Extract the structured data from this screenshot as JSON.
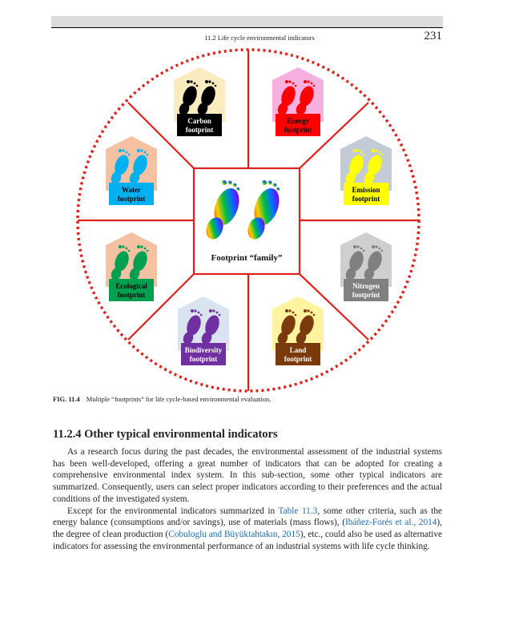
{
  "header": {
    "running_title": "11.2 Life cycle environmental indicators",
    "page_number": "231"
  },
  "figure": {
    "center_label": "Footprint “family”",
    "items": [
      {
        "label1": "Carbon",
        "label2": "footprint",
        "bg": "#fbecc0",
        "color": "#000000",
        "text": "#ffffff"
      },
      {
        "label1": "Energy",
        "label2": "footprint",
        "bg": "#f7b0e0",
        "color": "#ff0000",
        "text": "#000000"
      },
      {
        "label1": "Emission",
        "label2": "footprint",
        "bg": "#c3cbd6",
        "color": "#ffff00",
        "text": "#000000"
      },
      {
        "label1": "Nitrogen",
        "label2": "footprint",
        "bg": "#cfcfcf",
        "color": "#808080",
        "text": "#ffffff"
      },
      {
        "label1": "Land",
        "label2": "footprint",
        "bg": "#fff3a0",
        "color": "#7a3a0c",
        "text": "#ffffff"
      },
      {
        "label1": "Biodiversity",
        "label2": "footprint",
        "bg": "#dae4f0",
        "color": "#7030a0",
        "text": "#ffffff"
      },
      {
        "label1": "Ecological",
        "label2": "footprint",
        "bg": "#f4c2a2",
        "color": "#00a050",
        "text": "#000000"
      },
      {
        "label1": "Water",
        "label2": "footprint",
        "bg": "#f4c2a2",
        "color": "#00b0f0",
        "text": "#000000"
      }
    ],
    "caption_number": "FIG. 11.4",
    "caption_text": "Multiple “footprints” for life cycle-based environmental evaluation."
  },
  "section": {
    "heading": "11.2.4 Other typical environmental indicators"
  },
  "paragraphs": {
    "p1": "As a research focus during the past decades, the environmental assessment of the industrial systems has been well-developed, offering a great number of indicators that can be adopted for creating a comprehensive environmental index system. In this sub-section, some other typical indicators are summarized. Consequently, users can select proper indicators according to their preferences and the actual conditions of the investigated system.",
    "p2a": "Except for the environmental indicators summarized in ",
    "p2_link1": "Table 11.3",
    "p2b": ", some other criteria, such as the energy balance (consumptions and/or savings), use of materials (mass flows), (",
    "p2_link2": "Ibáñez-Forés et al., 2014",
    "p2c": "), the degree of clean production (",
    "p2_link3": "Cobuloglu and Büyüktahtakın, 2015",
    "p2d": "), etc., could also be used as alternative indicators for assessing the environmental performance of an industrial systems with life cycle thinking."
  }
}
